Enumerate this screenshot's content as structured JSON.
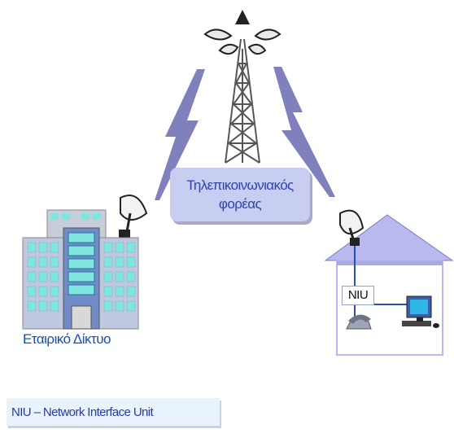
{
  "carrier": {
    "line1": "Τηλεπικοινωνιακός",
    "line2": "φορέας"
  },
  "corporate_network_label": "Εταιρικό Δίκτυο",
  "niu_tag": "NIU",
  "legend": "NIU – Network Interface Unit",
  "colors": {
    "lightning": "#7f80bc",
    "tower": "#555555",
    "carrier_box": "#c8cdf2",
    "building": "#b9c2dc",
    "windows": "#7fe6df",
    "house": "#b9b9f0",
    "label_text": "#1a4fb0"
  },
  "icons": [
    "antenna-tower-icon",
    "lightning-bolt-icon",
    "satellite-dish-icon",
    "office-building-icon",
    "house-icon",
    "telephone-icon",
    "computer-icon"
  ]
}
